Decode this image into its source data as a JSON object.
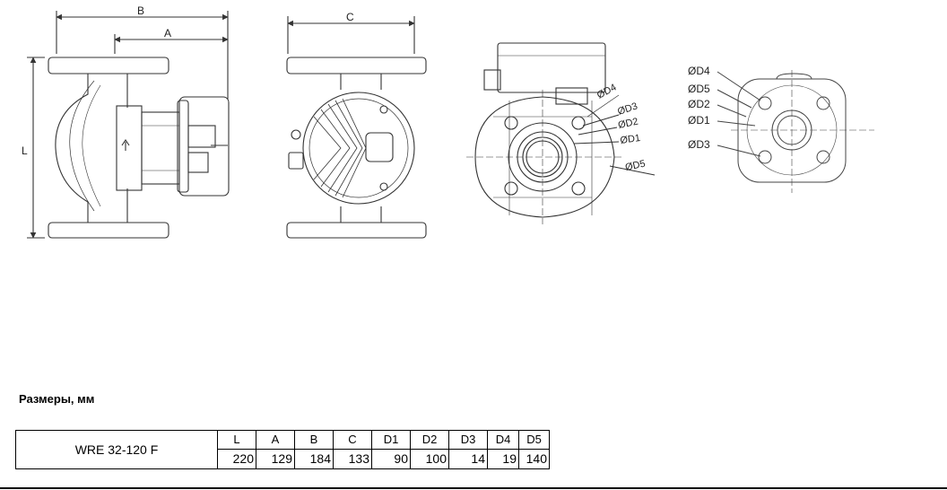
{
  "drawing_labels": {
    "B": "B",
    "A": "A",
    "C": "C",
    "L": "L",
    "front": [
      "ØD4",
      "ØD3",
      "ØD2",
      "ØD1",
      "ØD5"
    ],
    "flange": [
      "ØD4",
      "ØD5",
      "ØD2",
      "ØD1",
      "ØD3"
    ]
  },
  "heading": "Размеры, мм",
  "table": {
    "model": "WRE 32-120 F",
    "headers": [
      "L",
      "A",
      "B",
      "C",
      "D1",
      "D2",
      "D3",
      "D4",
      "D5"
    ],
    "values": [
      "220",
      "129",
      "184",
      "133",
      "90",
      "100",
      "14",
      "19",
      "140"
    ]
  }
}
